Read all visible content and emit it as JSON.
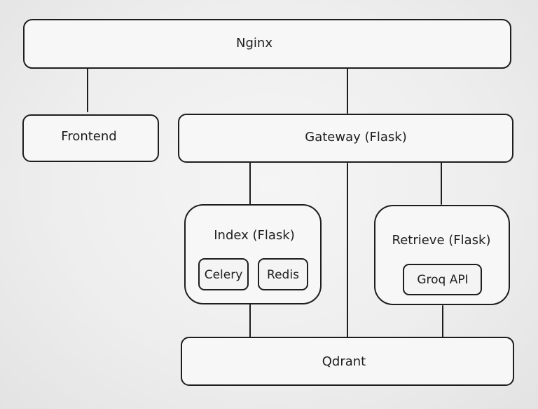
{
  "nodes": {
    "nginx": "Nginx",
    "frontend": "Frontend",
    "gateway": "Gateway (Flask)",
    "index": {
      "label": "Index (Flask)",
      "celery": "Celery",
      "redis": "Redis"
    },
    "retrieve": {
      "label": "Retrieve (Flask)",
      "groq": "Groq API"
    },
    "qdrant": "Qdrant"
  },
  "colors": {
    "stroke": "#1e1e1e",
    "box_fill": "#f7f7f7",
    "background": "#eeeeee"
  }
}
